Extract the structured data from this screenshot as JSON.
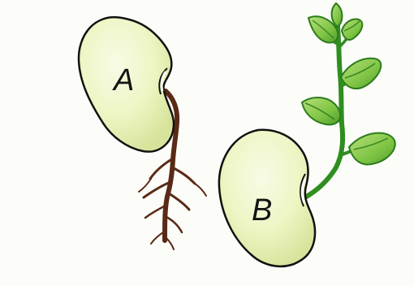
{
  "seeds": [
    {
      "label": "A"
    },
    {
      "label": "B"
    }
  ],
  "colors": {
    "seed_fill_light": "#f4f8d6",
    "seed_fill_dark": "#d7e39a",
    "root": "#5a2a16",
    "stem": "#2f8e1f",
    "leaf": "#7fc444",
    "leaf_dark": "#2d7c1c",
    "outline": "#111111"
  },
  "icons": {
    "seed_a": "bean-seed-with-root",
    "seed_b": "bean-seed-with-shoot"
  }
}
